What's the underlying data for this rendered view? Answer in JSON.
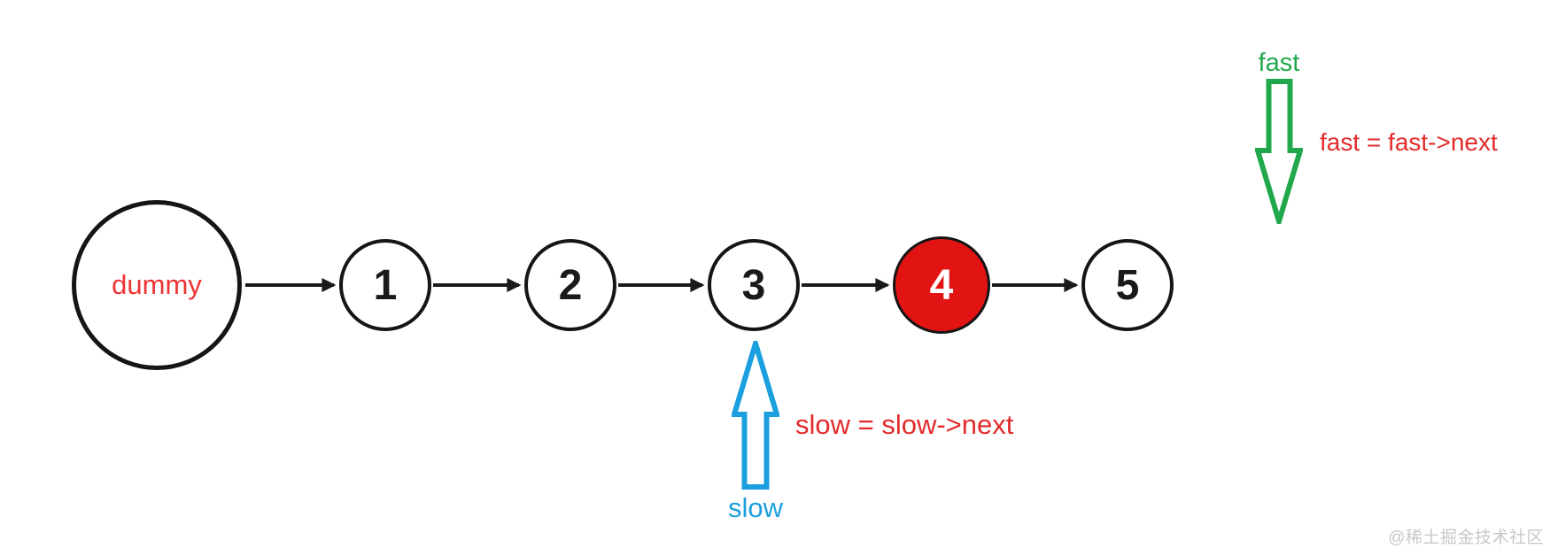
{
  "diagram": {
    "description": "linked-list two-pointer diagram",
    "dummy_node": {
      "label": "dummy",
      "label_color": "#ee3434"
    },
    "nodes": [
      {
        "label": "1",
        "highlighted": false
      },
      {
        "label": "2",
        "highlighted": false
      },
      {
        "label": "3",
        "highlighted": false
      },
      {
        "label": "4",
        "highlighted": true
      },
      {
        "label": "5",
        "highlighted": false
      }
    ],
    "pointers": {
      "slow": {
        "label": "slow",
        "annotation": "slow = slow->next",
        "arrow_color": "#1b9fde",
        "direction": "up"
      },
      "fast": {
        "label": "fast",
        "annotation": "fast = fast->next",
        "arrow_color": "#22a84c",
        "direction": "down"
      }
    },
    "colors": {
      "highlight_node_fill": "#e21313",
      "node_border": "#151515",
      "annotation_text": "#e22b2b",
      "watermark_text": "#c8c8c8"
    },
    "watermark": "@稀土掘金技术社区"
  }
}
